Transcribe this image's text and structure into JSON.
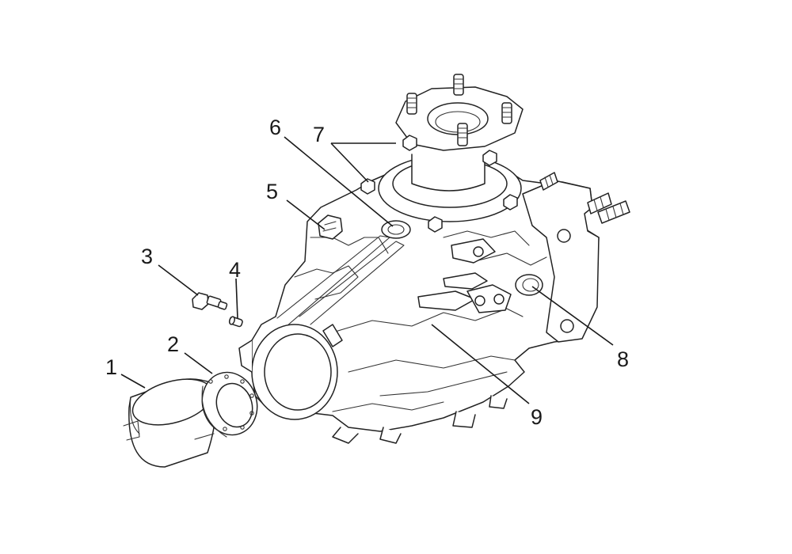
{
  "callouts": [
    {
      "id": "1",
      "label": "1"
    },
    {
      "id": "2",
      "label": "2"
    },
    {
      "id": "3",
      "label": "3"
    },
    {
      "id": "4",
      "label": "4"
    },
    {
      "id": "5",
      "label": "5"
    },
    {
      "id": "6",
      "label": "6"
    },
    {
      "id": "7",
      "label": "7"
    },
    {
      "id": "8",
      "label": "8"
    },
    {
      "id": "9",
      "label": "9"
    }
  ],
  "colors": {
    "line": "#222222",
    "background": "#ffffff"
  }
}
